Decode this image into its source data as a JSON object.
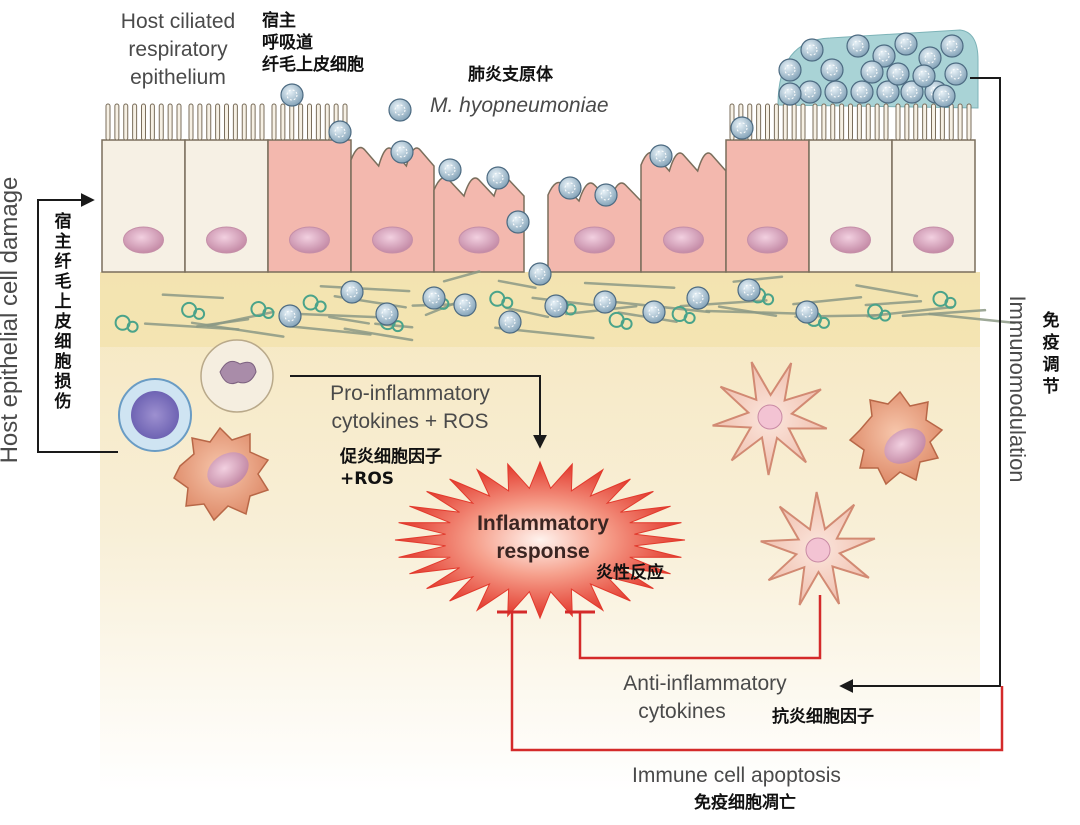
{
  "labels": {
    "host_epithelium_en": [
      "Host ciliated",
      "respiratory",
      "epithelium"
    ],
    "host_epithelium_zh": [
      "宿主",
      "呼吸道",
      "纤毛上皮细胞"
    ],
    "pathogen_zh": "肺炎支原体",
    "pathogen_en": "M. hyopneumoniae",
    "pro_inflammatory_en": [
      "Pro-inflammatory",
      "cytokines + ROS"
    ],
    "pro_inflammatory_zh": [
      "促炎细胞因子",
      "+ROS"
    ],
    "inflammatory_response_en": [
      "Inflammatory",
      "response"
    ],
    "inflammatory_response_zh": "炎性反应",
    "anti_inflammatory_en": [
      "Anti-inflammatory",
      "cytokines"
    ],
    "anti_inflammatory_zh": "抗炎细胞因子",
    "immune_apoptosis_en": "Immune cell apoptosis",
    "immune_apoptosis_zh": "免疫细胞凋亡",
    "host_damage_en": "Host epithelial cell damage",
    "host_damage_zh": [
      "宿",
      "主",
      "纤",
      "毛",
      "上",
      "皮",
      "细",
      "胞",
      "损",
      "伤"
    ],
    "immunomodulation_en": "Immunomodulation",
    "immunomodulation_zh": [
      "免",
      "疫",
      "调",
      "节"
    ]
  },
  "colors": {
    "arrow_black": "#1a1a1a",
    "inhibit_red": "#d42a2a",
    "tissue_bg": "#f7ecc8",
    "epithelial_cell": "#f6f1e6",
    "damaged_cell": "#f3b5ad",
    "pathogen_blue": "#a9c7d8",
    "burst_red": "#e8463a"
  }
}
